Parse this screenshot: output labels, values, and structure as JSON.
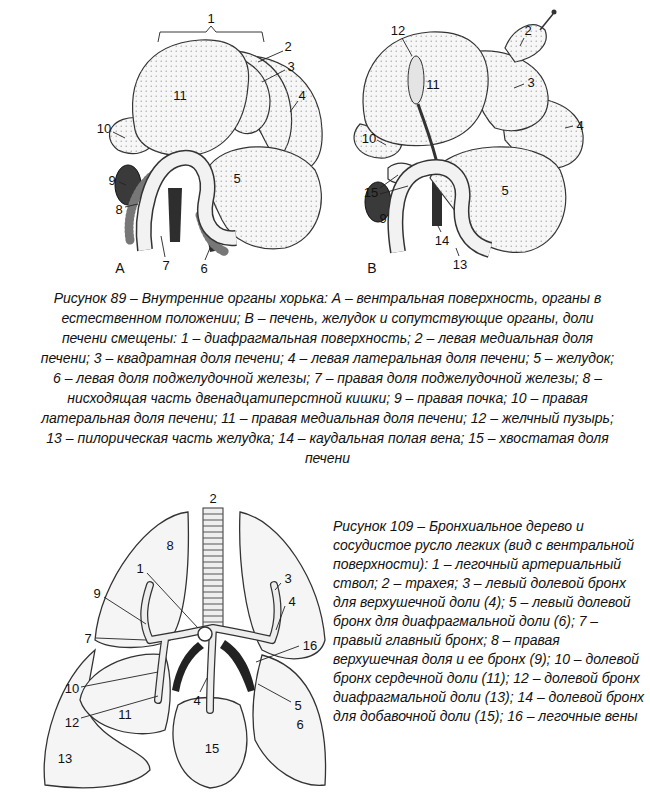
{
  "diagram": {
    "labels": [
      "1",
      "2",
      "3",
      "4",
      "11",
      "10",
      "5",
      "9",
      "8",
      "7",
      "6",
      "A",
      "12",
      "2",
      "3",
      "11",
      "4",
      "10",
      "15",
      "5",
      "9",
      "14",
      "13",
      "B",
      "2",
      "1",
      "8",
      "9",
      "3",
      "4",
      "7",
      "16",
      "10",
      "12",
      "11",
      "4",
      "5",
      "6",
      "13",
      "15",
      "Рисунок 89 – Внутренние органы хорька: А – вентральная поверхность, органы в естественном положении; В – печень, желудок и сопутствующие органы, доли печени смещены: 1 – диафрагмальная поверхность; 2 – левая медиальная доля печени; 3 – квадратная доля печени; 4 – левая латеральная доля печени; 5 – желудок; 6 – левая доля поджелудочной железы; 7 – правая доля поджелудочной железы; 8 – нисходящая часть двенадцатиперстной кишки; 9 – правая почка; 10 – правая латеральная доля печени; 11 – правая медиальная доля печени; 12 – желчный пузырь; 13 – пилорическая часть желудка; 14 – каудальная полая вена; 15 – хвостатая доля печени",
      "Рисунок 109 – Бронхиальное дерево и сосудистое русло легких (вид с вентральной поверхности): 1 – легочный артериальный ствол; 2 – трахея; 3 – левый долевой бронх для верхушечной доли (4); 5 – левый долевой бронх для диафрагмальной доли (6); 7 – правый главный бронх; 8 – правая верхушечная доля и ее бронх (9); 10 – долевой бронх сердечной доли (11); 12 – долевой бронх диафрагмальной доли (13); 14 – долевой бронх для добавочной доли (15); 16 – легочные вены"
    ]
  }
}
